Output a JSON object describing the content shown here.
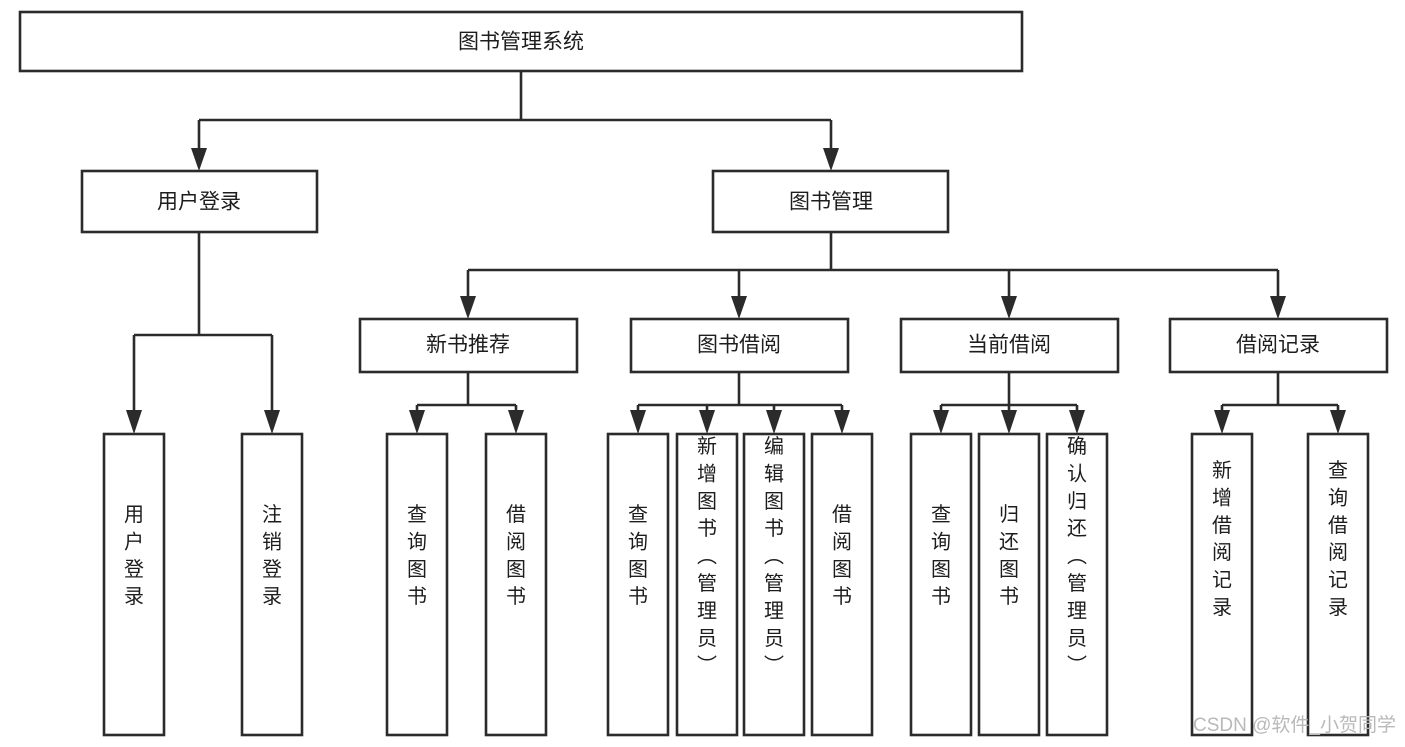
{
  "diagram": {
    "title": "图书管理系统",
    "type": "tree-hierarchy-diagram",
    "colors": {
      "box_fill": "#ffffff",
      "box_stroke": "#2b2b2b",
      "text": "#1d1d1d",
      "connector": "#2b2b2b",
      "watermark": "#b9b9b9",
      "background": "#ffffff"
    },
    "root": {
      "label": "图书管理系统"
    },
    "level1": [
      {
        "label": "用户登录"
      },
      {
        "label": "图书管理"
      }
    ],
    "level2": [
      {
        "label": "新书推荐"
      },
      {
        "label": "图书借阅"
      },
      {
        "label": "当前借阅"
      },
      {
        "label": "借阅记录"
      }
    ],
    "leaves": {
      "user_login": [
        {
          "label": "用户登录"
        },
        {
          "label": "注销登录"
        }
      ],
      "new_book_recommend": [
        {
          "label": "查询图书"
        },
        {
          "label": "借阅图书"
        }
      ],
      "book_borrow": [
        {
          "label": "查询图书"
        },
        {
          "label": "新增图书（管理员）"
        },
        {
          "label": "编辑图书（管理员）"
        },
        {
          "label": "借阅图书"
        }
      ],
      "current_borrow": [
        {
          "label": "查询图书"
        },
        {
          "label": "归还图书"
        },
        {
          "label": "确认归还（管理员）"
        }
      ],
      "borrow_record": [
        {
          "label": "新增借阅记录"
        },
        {
          "label": "查询借阅记录"
        }
      ]
    },
    "watermark": {
      "text": "CSDN @软件_小贺同学"
    }
  }
}
